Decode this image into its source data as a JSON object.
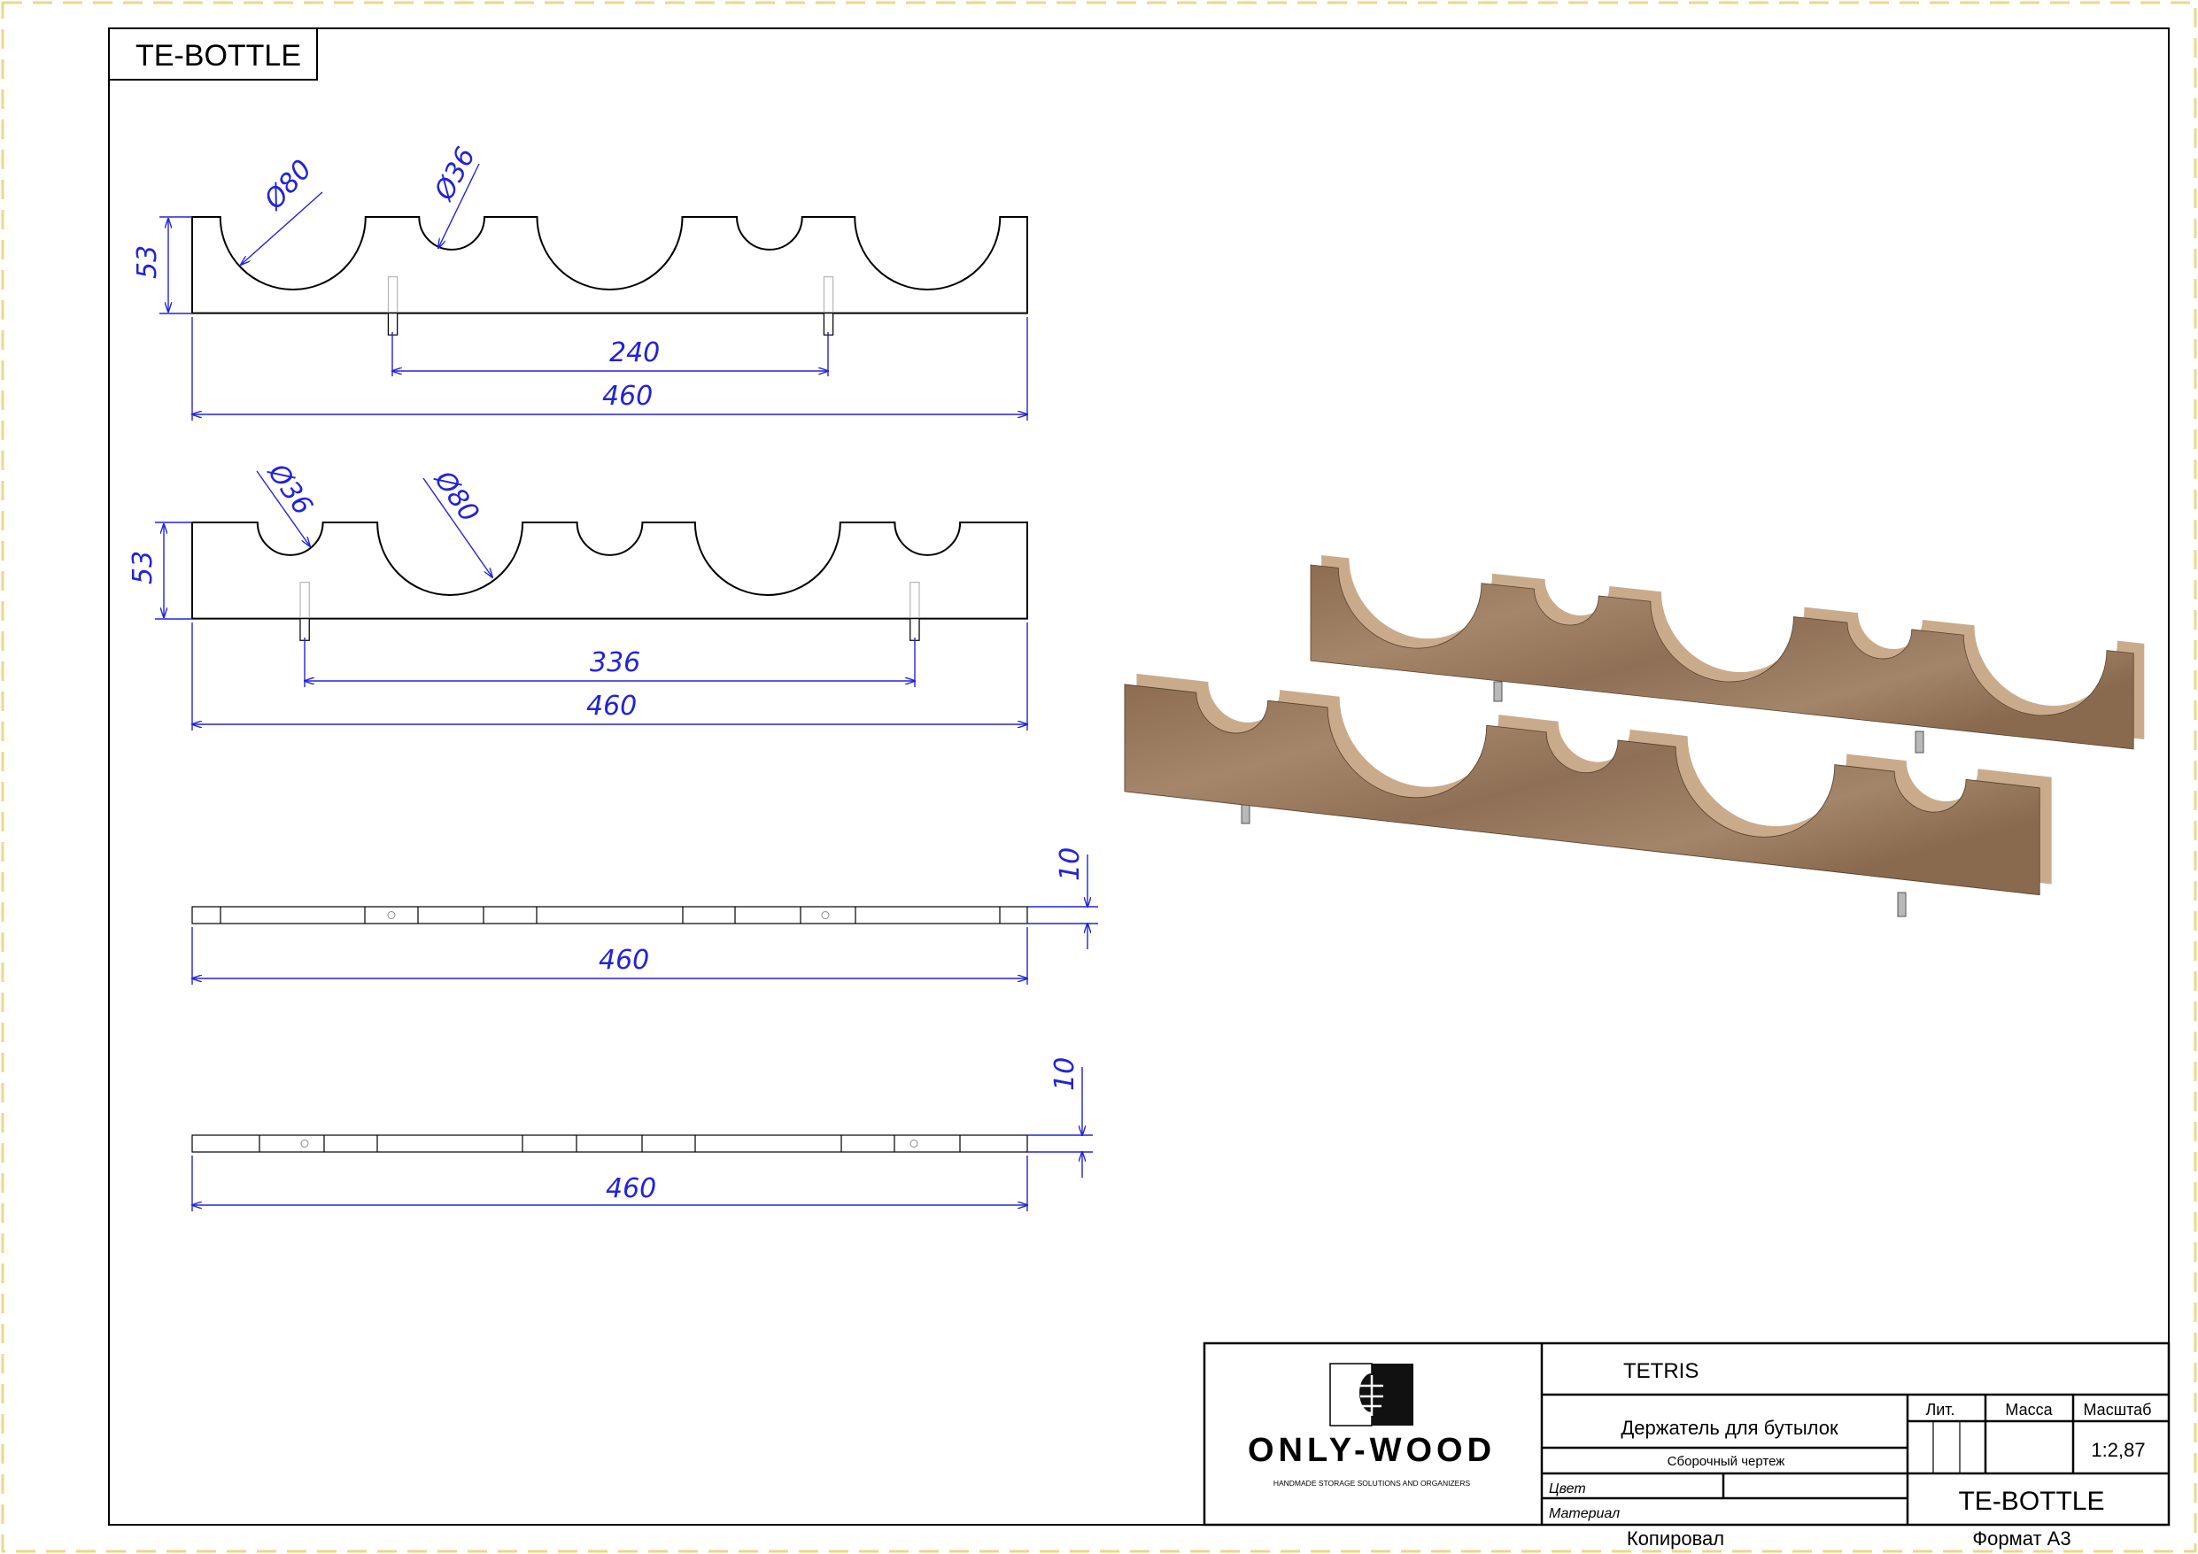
{
  "sheet": {
    "title": "TE-BOTTLE"
  },
  "views": {
    "side_a": {
      "height": "53",
      "dia_big": "Ø80",
      "dia_small": "Ø36",
      "peg_spacing": "240",
      "length": "460"
    },
    "side_b": {
      "height": "53",
      "dia_big": "Ø80",
      "dia_small": "Ø36",
      "peg_spacing": "336",
      "length": "460"
    },
    "top_a": {
      "thickness": "10",
      "length": "460"
    },
    "top_b": {
      "thickness": "10",
      "length": "460"
    }
  },
  "title_block": {
    "logo_name": "ONLY-WOOD",
    "logo_tagline": "HANDMADE STORAGE SOLUTIONS AND ORGANIZERS",
    "project": "TETRIS",
    "part_name": "Держатель для бутылок",
    "doc_type": "Сборочный чертеж",
    "color_label": "Цвет",
    "material_label": "Материал",
    "lit_label": "Лит.",
    "mass_label": "Масса",
    "scale_label": "Масштаб",
    "scale_value": "1:2,87",
    "designation": "TE-BOTTLE",
    "copied_label": "Копировал",
    "format_label": "Формат А3"
  },
  "colors": {
    "dimension": "#2323d8",
    "wood": "#9a7a5c",
    "border": "#e8d98a"
  }
}
